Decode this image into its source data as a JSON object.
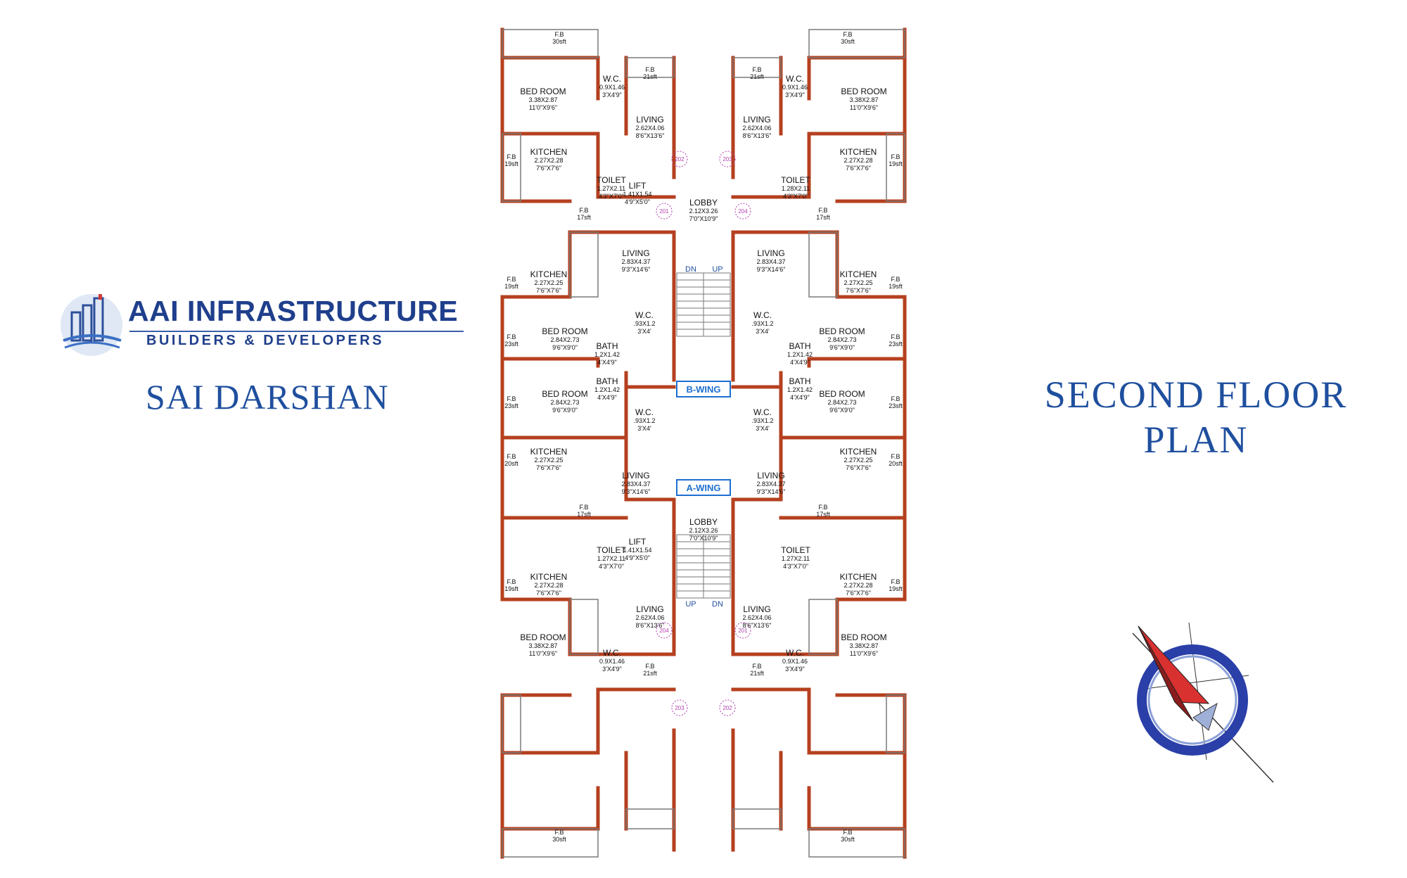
{
  "brand": {
    "name": "AAI INFRASTRUCTURE",
    "tagline": "BUILDERS & DEVELOPERS",
    "color": "#1f3f8c"
  },
  "project": {
    "name": "SAI DARSHAN"
  },
  "plan_title": {
    "line1": "SECOND FLOOR",
    "line2": "PLAN"
  },
  "colors": {
    "wall": "#b5401f",
    "text_blue": "#1f4f9e",
    "door_pink": "#b23fb0",
    "wing_label": "#1e6fd0"
  },
  "icons": {
    "compass": "compass-north-arrow-icon",
    "logo": "building-logo-icon"
  },
  "plan": {
    "wings": {
      "b": "B-WING",
      "a": "A-WING"
    },
    "stairs": {
      "dn": "DN",
      "up": "UP"
    },
    "doors": [
      "202",
      "203",
      "201",
      "204",
      "204",
      "201",
      "203",
      "202"
    ],
    "rooms": [
      {
        "name": "F.B",
        "dim1": "30sft",
        "dim2": ""
      },
      {
        "name": "F.B",
        "dim1": "30sft",
        "dim2": ""
      },
      {
        "name": "F.B",
        "dim1": "21sft",
        "dim2": ""
      },
      {
        "name": "F.B",
        "dim1": "21sft",
        "dim2": ""
      },
      {
        "name": "BED ROOM",
        "dim1": "3.38X2.87",
        "dim2": "11'0\"X9'6\""
      },
      {
        "name": "BED ROOM",
        "dim1": "3.38X2.87",
        "dim2": "11'0\"X9'6\""
      },
      {
        "name": "W.C.",
        "dim1": "0.9X1.46",
        "dim2": "3'X4'9\""
      },
      {
        "name": "W.C.",
        "dim1": "0.9X1.46",
        "dim2": "3'X4'9\""
      },
      {
        "name": "LIVING",
        "dim1": "2.62X4.06",
        "dim2": "8'6\"X13'6\""
      },
      {
        "name": "LIVING",
        "dim1": "2.62X4.06",
        "dim2": "8'6\"X13'6\""
      },
      {
        "name": "KITCHEN",
        "dim1": "2.27X2.28",
        "dim2": "7'6\"X7'6\""
      },
      {
        "name": "KITCHEN",
        "dim1": "2.27X2.28",
        "dim2": "7'6\"X7'6\""
      },
      {
        "name": "F.B",
        "dim1": "19sft",
        "dim2": ""
      },
      {
        "name": "F.B",
        "dim1": "19sft",
        "dim2": ""
      },
      {
        "name": "TOILET",
        "dim1": "1.27X2.11",
        "dim2": "4'3\"X7'0\""
      },
      {
        "name": "TOILET",
        "dim1": "1.28X2.11",
        "dim2": "4'3\"X7'0\""
      },
      {
        "name": "LIFT",
        "dim1": "1.41X1.54",
        "dim2": "4'9\"X5'0\""
      },
      {
        "name": "LOBBY",
        "dim1": "2.12X3.26",
        "dim2": "7'0\"X10'9\""
      },
      {
        "name": "F.B",
        "dim1": "17sft",
        "dim2": ""
      },
      {
        "name": "F.B",
        "dim1": "17sft",
        "dim2": ""
      },
      {
        "name": "LIVING",
        "dim1": "2.83X4.37",
        "dim2": "9'3\"X14'6\""
      },
      {
        "name": "LIVING",
        "dim1": "2.83X4.37",
        "dim2": "9'3\"X14'6\""
      },
      {
        "name": "KITCHEN",
        "dim1": "2.27X2.25",
        "dim2": "7'6\"X7'6\""
      },
      {
        "name": "KITCHEN",
        "dim1": "2.27X2.25",
        "dim2": "7'6\"X7'6\""
      },
      {
        "name": "F.B",
        "dim1": "19sft",
        "dim2": ""
      },
      {
        "name": "F.B",
        "dim1": "19sft",
        "dim2": ""
      },
      {
        "name": "W.C.",
        "dim1": ".93X1.2",
        "dim2": "3'X4'"
      },
      {
        "name": "W.C.",
        "dim1": ".93X1.2",
        "dim2": "3'X4'"
      },
      {
        "name": "BED ROOM",
        "dim1": "2.84X2.73",
        "dim2": "9'6\"X9'0\""
      },
      {
        "name": "BED ROOM",
        "dim1": "2.84X2.73",
        "dim2": "9'6\"X9'0\""
      },
      {
        "name": "F.B",
        "dim1": "23sft",
        "dim2": ""
      },
      {
        "name": "F.B",
        "dim1": "23sft",
        "dim2": ""
      },
      {
        "name": "BATH",
        "dim1": "1.2X1.42",
        "dim2": "4'X4'9\""
      },
      {
        "name": "BATH",
        "dim1": "1.2X1.42",
        "dim2": "4'X4'9\""
      },
      {
        "name": "BATH",
        "dim1": "1.2X1.42",
        "dim2": "4'X4'9\""
      },
      {
        "name": "BATH",
        "dim1": "1.2X1.42",
        "dim2": "4'X4'9\""
      },
      {
        "name": "BED ROOM",
        "dim1": "2.84X2.73",
        "dim2": "9'6\"X9'0\""
      },
      {
        "name": "BED ROOM",
        "dim1": "2.84X2.73",
        "dim2": "9'6\"X9'0\""
      },
      {
        "name": "F.B",
        "dim1": "23sft",
        "dim2": ""
      },
      {
        "name": "F.B",
        "dim1": "23sft",
        "dim2": ""
      },
      {
        "name": "W.C.",
        "dim1": ".93X1.2",
        "dim2": "3'X4'"
      },
      {
        "name": "W.C.",
        "dim1": ".93X1.2",
        "dim2": "3'X4'"
      },
      {
        "name": "KITCHEN",
        "dim1": "2.27X2.25",
        "dim2": "7'6\"X7'6\""
      },
      {
        "name": "KITCHEN",
        "dim1": "2.27X2.25",
        "dim2": "7'6\"X7'6\""
      },
      {
        "name": "F.B",
        "dim1": "20sft",
        "dim2": ""
      },
      {
        "name": "F.B",
        "dim1": "20sft",
        "dim2": ""
      },
      {
        "name": "LIVING",
        "dim1": "2.83X4.37",
        "dim2": "9'3\"X14'6\""
      },
      {
        "name": "LIVING",
        "dim1": "2.83X4.37",
        "dim2": "9'3\"X14'6\""
      },
      {
        "name": "F.B",
        "dim1": "17sft",
        "dim2": ""
      },
      {
        "name": "F.B",
        "dim1": "17sft",
        "dim2": ""
      },
      {
        "name": "LOBBY",
        "dim1": "2.12X3.26",
        "dim2": "7'0\"X10'9\""
      },
      {
        "name": "LIFT",
        "dim1": "1.41X1.54",
        "dim2": "4'9\"X5'0\""
      },
      {
        "name": "TOILET",
        "dim1": "1.27X2.11",
        "dim2": "4'3\"X7'0\""
      },
      {
        "name": "TOILET",
        "dim1": "1.27X2.11",
        "dim2": "4'3\"X7'0\""
      },
      {
        "name": "KITCHEN",
        "dim1": "2.27X2.28",
        "dim2": "7'6\"X7'6\""
      },
      {
        "name": "KITCHEN",
        "dim1": "2.27X2.28",
        "dim2": "7'6\"X7'6\""
      },
      {
        "name": "F.B",
        "dim1": "19sft",
        "dim2": ""
      },
      {
        "name": "F.B",
        "dim1": "19sft",
        "dim2": ""
      },
      {
        "name": "LIVING",
        "dim1": "2.62X4.06",
        "dim2": "8'6\"X13'6\""
      },
      {
        "name": "LIVING",
        "dim1": "2.62X4.06",
        "dim2": "8'6\"X13'6\""
      },
      {
        "name": "BED ROOM",
        "dim1": "3.38X2.87",
        "dim2": "11'0\"X9'6\""
      },
      {
        "name": "BED ROOM",
        "dim1": "3.38X2.87",
        "dim2": "11'0\"X9'6\""
      },
      {
        "name": "W.C.",
        "dim1": "0.9X1.46",
        "dim2": "3'X4'9\""
      },
      {
        "name": "W.C.",
        "dim1": "0.9X1.46",
        "dim2": "3'X4'9\""
      },
      {
        "name": "F.B",
        "dim1": "21sft",
        "dim2": ""
      },
      {
        "name": "F.B",
        "dim1": "21sft",
        "dim2": ""
      },
      {
        "name": "F.B",
        "dim1": "30sft",
        "dim2": ""
      },
      {
        "name": "F.B",
        "dim1": "30sft",
        "dim2": ""
      }
    ]
  }
}
